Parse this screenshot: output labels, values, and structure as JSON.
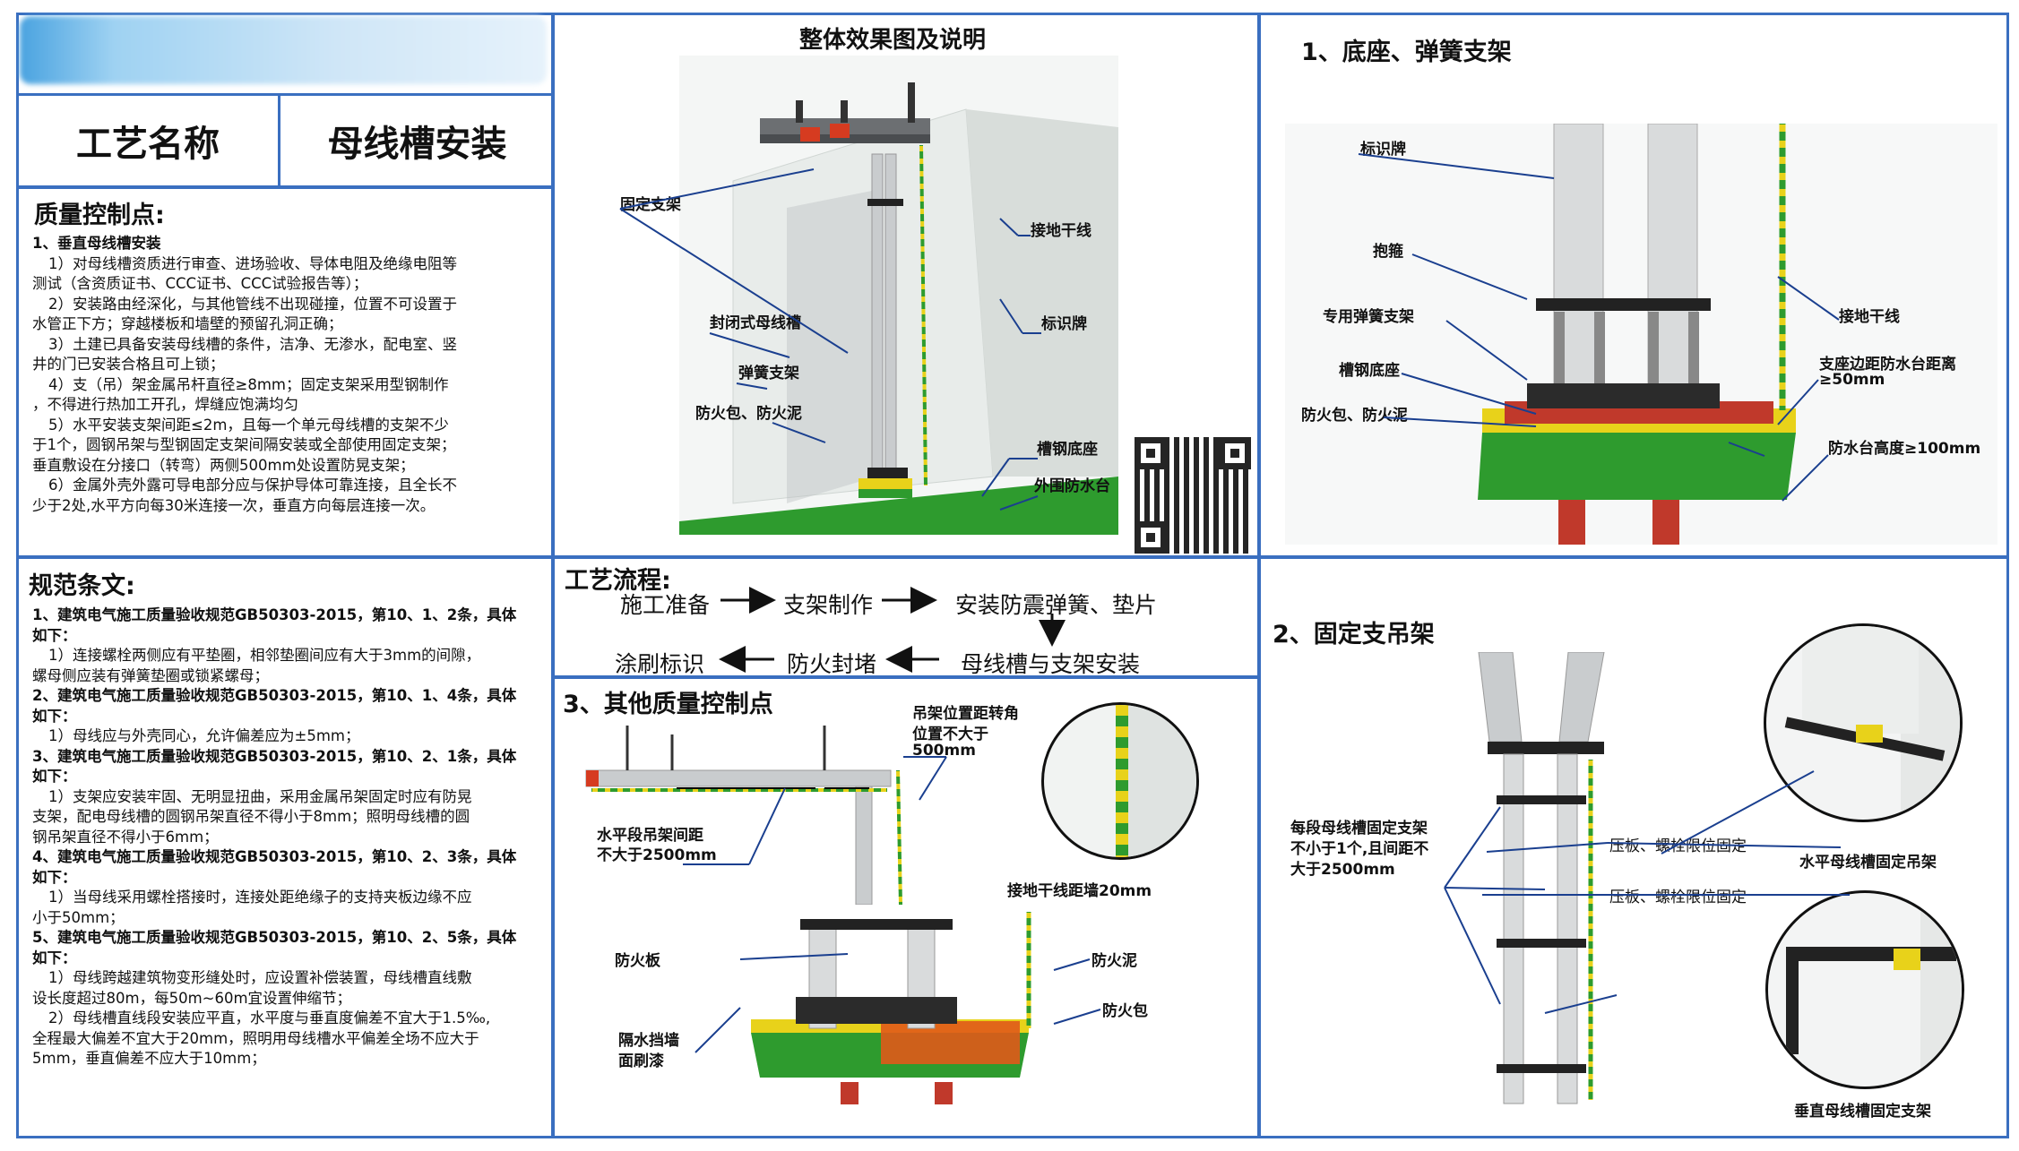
{
  "header": {
    "craft_label": "工艺名称",
    "craft_value": "母线槽安装"
  },
  "quality": {
    "title": "质量控制点:",
    "lines": [
      "1、垂直母线槽安装",
      "1）对母线槽资质进行审查、进场验收、导体电阻及绝缘电阻等",
      "测试（含资质证书、CCC证书、CCC试验报告等）；",
      "2）安装路由经深化，与其他管线不出现碰撞，位置不可设置于",
      "水管正下方；穿越楼板和墙壁的预留孔洞正确；",
      "3）土建已具备安装母线槽的条件，洁净、无渗水，配电室、竖",
      "井的门已安装合格且可上锁；",
      "4）支（吊）架金属吊杆直径≥8mm；固定支架采用型钢制作",
      "，不得进行热加工开孔，焊缝应饱满均匀",
      "5）水平安装支架间距≤2m，且每一个单元母线槽的支架不少",
      "于1个，圆钢吊架与型钢固定支架间隔安装或全部使用固定支架；",
      "垂直敷设在分接口（转弯）两侧500mm处设置防晃支架；",
      "6）金属外壳外露可导电部分应与保护导体可靠连接，且全长不",
      "少于2处,水平方向每30米连接一次，垂直方向每层连接一次。"
    ]
  },
  "norms": {
    "title": "规范条文:",
    "lines": [
      "1、建筑电气施工质量验收规范GB50303-2015，第10、1、2条，具体",
      "如下：",
      "1）连接螺栓两侧应有平垫圈，相邻垫圈间应有大于3mm的间隙，",
      "螺母侧应装有弹簧垫圈或锁紧螺母；",
      "2、建筑电气施工质量验收规范GB50303-2015，第10、1、4条，具体",
      "如下：",
      "1）母线应与外壳同心，允许偏差应为±5mm；",
      "3、建筑电气施工质量验收规范GB50303-2015，第10、2、1条，具体",
      "如下：",
      "1）支架应安装牢固、无明显扭曲，采用金属吊架固定时应有防晃",
      "支架，配电母线槽的圆钢吊架直径不得小于8mm；照明母线槽的圆",
      "钢吊架直径不得小于6mm；",
      "4、建筑电气施工质量验收规范GB50303-2015，第10、2、3条，具体",
      "如下：",
      "1）当母线采用螺栓搭接时，连接处距绝缘子的支持夹板边缘不应",
      "小于50mm；",
      "5、建筑电气施工质量验收规范GB50303-2015，第10、2、5条，具体",
      "如下：",
      "1）母线跨越建筑物变形缝处时，应设置补偿装置，母线槽直线敷",
      "设长度超过80m，每50m~60m宜设置伸缩节；",
      "2）母线槽直线段安装应平直，水平度与垂直度偏差不宜大于1.5‰,",
      "全程最大偏差不宜大于20mm，照明用母线槽水平偏差全场不应大于",
      "5mm，垂直偏差不应大于10mm；"
    ]
  },
  "overview": {
    "title": "整体效果图及说明",
    "labels": [
      "固定支架",
      "接地干线",
      "封闭式母线槽",
      "标识牌",
      "弹簧支架",
      "防火包、防火泥",
      "槽钢底座",
      "外围防水台"
    ]
  },
  "base": {
    "title": "1、底座、弹簧支架",
    "labels": [
      "标识牌",
      "抱箍",
      "专用弹簧支架",
      "槽钢底座",
      "防火包、防火泥",
      "接地干线",
      "支座边距防水台距离",
      "≥50mm",
      "防水台高度≥100mm"
    ]
  },
  "process": {
    "title": "工艺流程:",
    "steps": [
      "施工准备",
      "支架制作",
      "安装防震弹簧、垫片",
      "母线槽与支架安装",
      "防火封堵",
      "涂刷标识"
    ]
  },
  "other": {
    "title": "3、其他质量控制点",
    "labels": [
      "吊架位置距转角",
      "位置不大于",
      "500mm",
      "水平段吊架间距",
      "不大于2500mm",
      "接地干线距墙20mm",
      "防火板",
      "防火泥",
      "防火包",
      "隔水挡墙",
      "面刷漆"
    ]
  },
  "fixed": {
    "title": "2、固定支吊架",
    "labels": [
      "每段母线槽固定支架",
      "不小于1个,且间距不",
      "大于2500mm",
      "压板、螺栓限位固定",
      "压板、螺栓限位固定",
      "水平母线槽固定吊架",
      "垂直母线槽固定支架"
    ]
  },
  "colors": {
    "border": "#3a6fc0",
    "ground": "#2e9b2e",
    "wall": "#e8ecea",
    "busbar": "#c9ccce",
    "yellow": "#e8d21a",
    "red": "#d63b20"
  }
}
